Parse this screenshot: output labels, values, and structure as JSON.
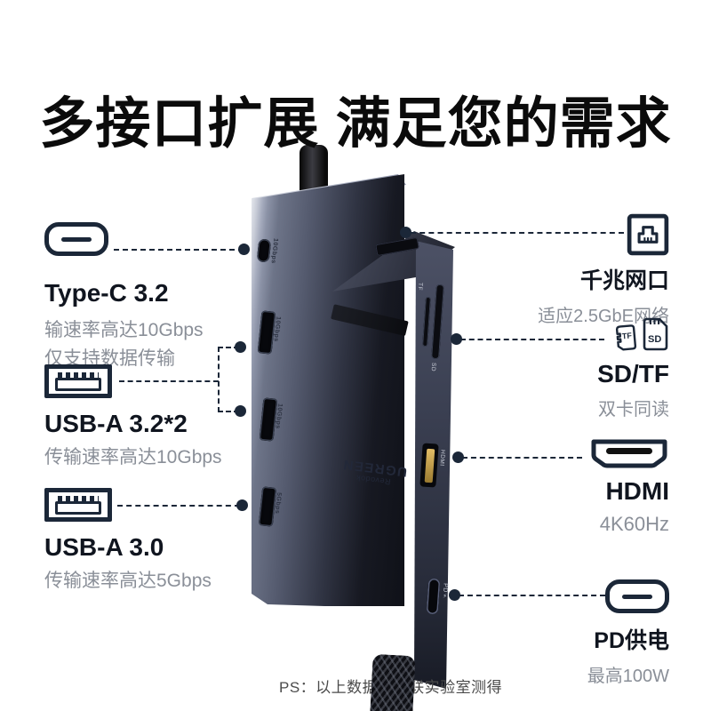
{
  "title": "多接口扩展 满足您的需求",
  "footnote": "PS：以上数据由绿联实验室测得",
  "left_callouts": [
    {
      "id": "type-c",
      "label": "Type-C 3.2",
      "desc1": "输速率高达10Gbps",
      "desc2": "仅支持数据传输"
    },
    {
      "id": "usb-a-3-2",
      "label": "USB-A 3.2*2",
      "desc1": "传输速率高达10Gbps"
    },
    {
      "id": "usb-a-3-0",
      "label": "USB-A 3.0",
      "desc1": "传输速率高达5Gbps"
    }
  ],
  "right_callouts": [
    {
      "id": "gigabit-ethernet",
      "label": "千兆网口",
      "desc1": "适应2.5GbE网络"
    },
    {
      "id": "sd-tf",
      "label": "SD/TF",
      "desc1": "双卡同读"
    },
    {
      "id": "hdmi",
      "label": "HDMI",
      "desc1": "4K60Hz"
    },
    {
      "id": "pd",
      "label": "PD供电",
      "desc1": "最高100W"
    }
  ],
  "icons": {
    "tf": "TF",
    "sd": "SD"
  },
  "device": {
    "brand": "UGREEN",
    "model": "Revodok",
    "ports": {
      "typec_top": "10Gbps",
      "usba1": "10Gbps",
      "usba2": "10Gbps",
      "usba3": "5Gbps",
      "tf": "TF",
      "sd": "SD",
      "hdmi": "HDMI",
      "pd": "PD⚡"
    }
  },
  "colors": {
    "accent": "#1b2738",
    "text_gray": "#8a8f98",
    "title": "#0b0b0b"
  }
}
